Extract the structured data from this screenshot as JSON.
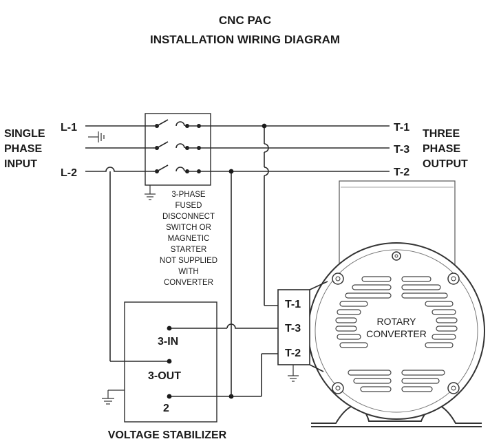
{
  "title": "CNC PAC",
  "subtitle": "INSTALLATION WIRING DIAGRAM",
  "input": {
    "label_lines": [
      "SINGLE",
      "PHASE",
      "INPUT"
    ],
    "l1": "L-1",
    "l2": "L-2"
  },
  "output": {
    "label_lines": [
      "THREE",
      "PHASE",
      "OUTPUT"
    ],
    "t1": "T-1",
    "t3": "T-3",
    "t2": "T-2"
  },
  "switch_note": [
    "3-PHASE",
    "FUSED",
    "DISCONNECT",
    "SWITCH OR",
    "MAGNETIC",
    "STARTER",
    "NOT SUPPLIED",
    "WITH",
    "CONVERTER"
  ],
  "converter": {
    "label_lines": [
      "ROTARY",
      "CONVERTER"
    ],
    "terminals": [
      "T-1",
      "T-3",
      "T-2"
    ]
  },
  "stabilizer": {
    "label": "VOLTAGE STABILIZER",
    "terminals": [
      "3-IN",
      "3-OUT",
      "2"
    ]
  }
}
